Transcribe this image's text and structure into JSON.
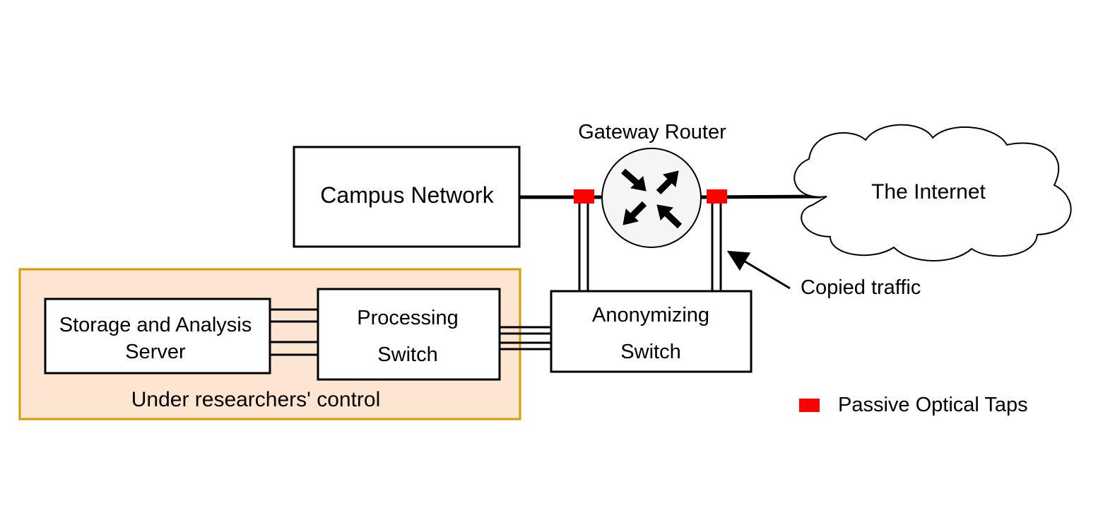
{
  "nodes": {
    "campus_network": "Campus Network",
    "gateway_router": "Gateway Router",
    "internet": "The Internet",
    "anonymizing_switch": [
      "Anonymizing",
      "Switch"
    ],
    "processing_switch": [
      "Processing",
      "Switch"
    ],
    "storage_server": [
      "Storage and Analysis",
      "Server"
    ]
  },
  "labels": {
    "copied_traffic": "Copied traffic",
    "researcher_region": "Under researchers' control"
  },
  "legend": {
    "tap_label": "Passive Optical Taps"
  },
  "colors": {
    "tap": "#ff0000",
    "region_fill": "#fde5d2",
    "region_border": "#d79b00",
    "router_fill": "#f5f5f5"
  },
  "icons": {
    "router": "router-arrows-icon",
    "cloud": "cloud-shape"
  }
}
